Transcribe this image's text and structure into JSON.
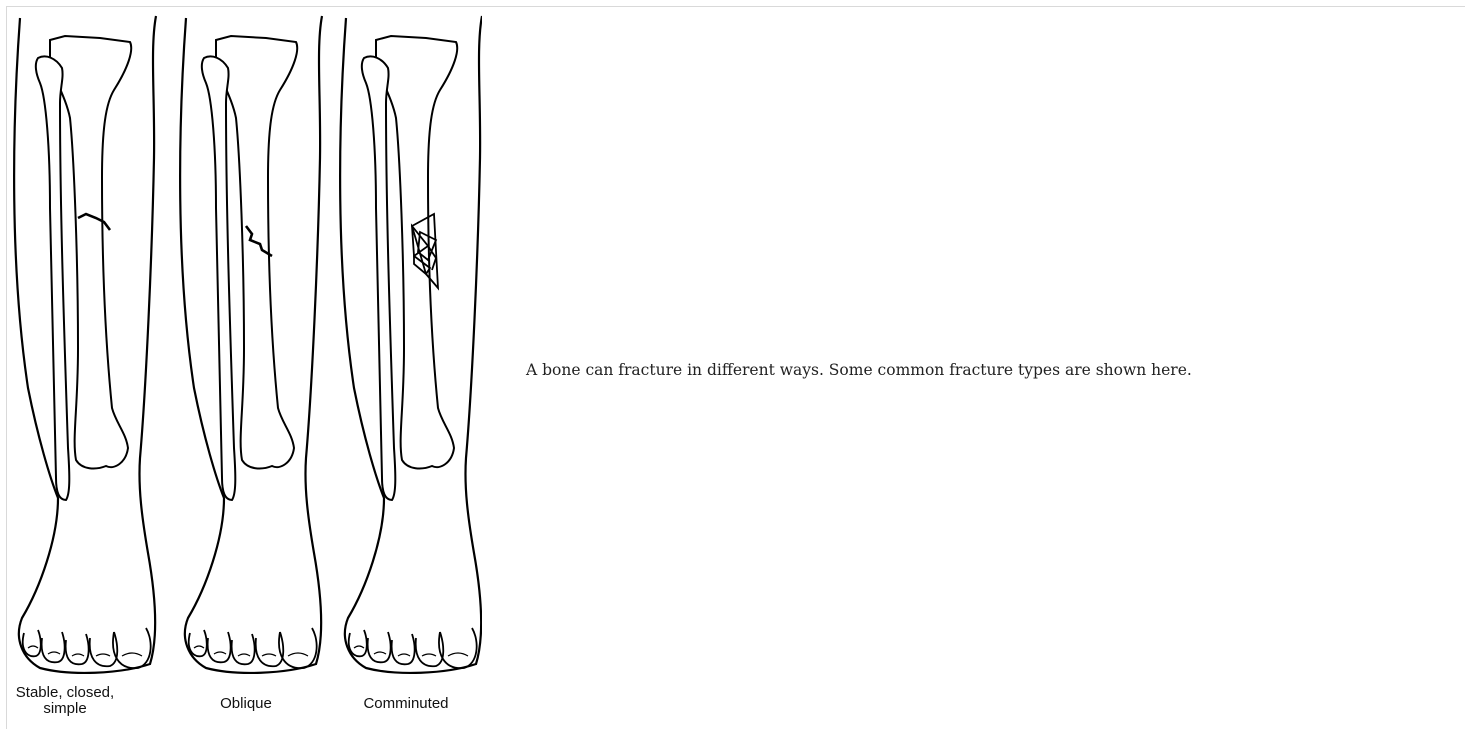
{
  "figure": {
    "panels": [
      {
        "label": "Stable, closed,\nsimple"
      },
      {
        "label": "Oblique"
      },
      {
        "label": "Comminuted"
      }
    ]
  },
  "description": "A bone can fracture in different ways. Some common fracture types are shown here."
}
